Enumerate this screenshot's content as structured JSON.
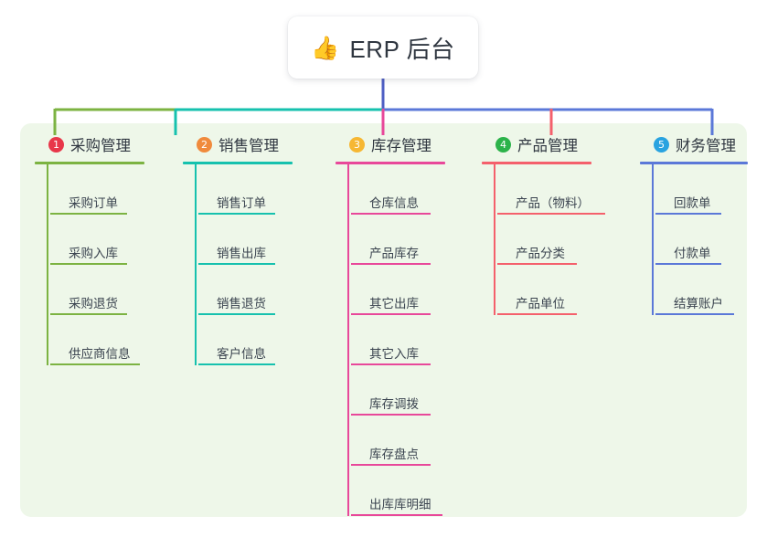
{
  "root": {
    "icon": "thumbs-up-icon",
    "emoji": "👍",
    "title": "ERP 后台"
  },
  "panel": {
    "background": "#eef7e9"
  },
  "connector_colors": {
    "trunk": "#4f5fc4",
    "segment_1": "#7cb342",
    "segment_2": "#16c1ae",
    "segment_3": "#e8489a",
    "segment_4": "#f4606c",
    "segment_5": "#5b78d8"
  },
  "columns": [
    {
      "index": "1",
      "badge_color": "#e8374a",
      "line_color": "#7cb342",
      "title": "采购管理",
      "title_width": 120,
      "items": [
        {
          "label": "采购订单",
          "width": 84
        },
        {
          "label": "采购入库",
          "width": 84
        },
        {
          "label": "采购退货",
          "width": 84
        },
        {
          "label": "供应商信息",
          "width": 98
        }
      ]
    },
    {
      "index": "2",
      "badge_color": "#f08a3c",
      "line_color": "#16c1ae",
      "title": "销售管理",
      "title_width": 120,
      "items": [
        {
          "label": "销售订单",
          "width": 84
        },
        {
          "label": "销售出库",
          "width": 84
        },
        {
          "label": "销售退货",
          "width": 84
        },
        {
          "label": "客户信息",
          "width": 84
        }
      ]
    },
    {
      "index": "3",
      "badge_color": "#f6b733",
      "line_color": "#e8489a",
      "title": "库存管理",
      "title_width": 120,
      "items": [
        {
          "label": "仓库信息",
          "width": 87
        },
        {
          "label": "产品库存",
          "width": 87
        },
        {
          "label": "其它出库",
          "width": 87
        },
        {
          "label": "其它入库",
          "width": 87
        },
        {
          "label": "库存调拨",
          "width": 87
        },
        {
          "label": "库存盘点",
          "width": 87
        },
        {
          "label": "出库库明细",
          "width": 100
        }
      ]
    },
    {
      "index": "4",
      "badge_color": "#2cb34a",
      "line_color": "#f4606c",
      "title": "产品管理",
      "title_width": 120,
      "items": [
        {
          "label": "产品（物料）",
          "width": 118
        },
        {
          "label": "产品分类",
          "width": 87
        },
        {
          "label": "产品单位",
          "width": 87
        }
      ]
    },
    {
      "index": "5",
      "badge_color": "#29a3e0",
      "line_color": "#5b78d8",
      "title": "财务管理",
      "title_width": 118,
      "items": [
        {
          "label": "回款单",
          "width": 72
        },
        {
          "label": "付款单",
          "width": 72
        },
        {
          "label": "结算账户",
          "width": 86
        }
      ]
    }
  ]
}
